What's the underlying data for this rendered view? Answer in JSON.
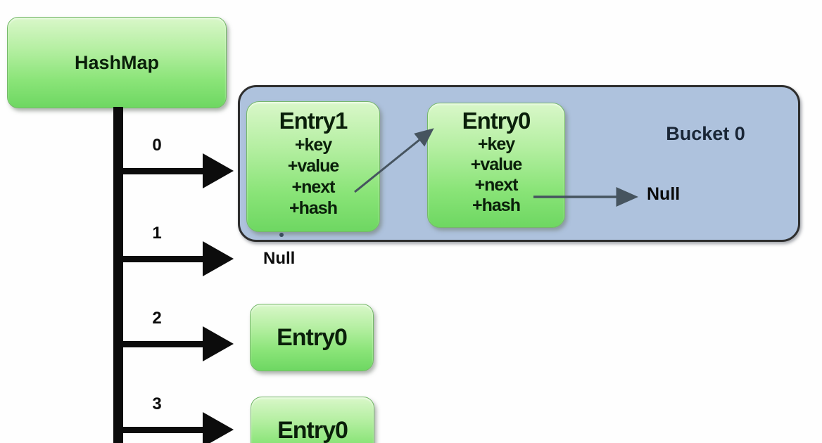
{
  "root_node": {
    "title": "HashMap"
  },
  "bucket_panel": {
    "label": "Bucket 0",
    "null_label": "Null",
    "entries": [
      {
        "title": "Entry1",
        "fields": [
          "+key",
          "+value",
          "+next",
          "+hash"
        ]
      },
      {
        "title": "Entry0",
        "fields": [
          "+key",
          "+value",
          "+next",
          "+hash"
        ]
      }
    ]
  },
  "index_rows": [
    {
      "index": "0"
    },
    {
      "index": "1",
      "null_label": "Null"
    },
    {
      "index": "2",
      "entry_title": "Entry0"
    },
    {
      "index": "3",
      "entry_title": "Entry0"
    }
  ],
  "colors": {
    "entry_green_top": "#d9f7c9",
    "entry_green_bottom": "#6ed762",
    "bucket_fill": "#aec2dd",
    "bucket_border": "#2e2e2e",
    "trunk_black": "#0c0c0c",
    "pointer_arrow": "#46545f",
    "bucket_label_text": "#1a2636"
  }
}
